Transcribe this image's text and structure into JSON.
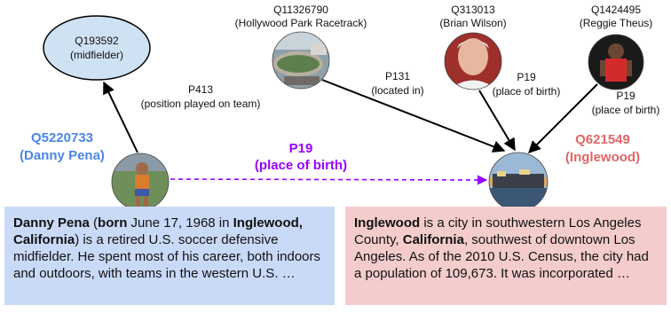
{
  "nodes": {
    "midfielder": {
      "id": "Q193592",
      "label": "(midfielder)"
    },
    "racetrack": {
      "id": "Q11326790",
      "label": "(Hollywood Park Racetrack)"
    },
    "wilson": {
      "id": "Q313013",
      "label": "(Brian Wilson)"
    },
    "theus": {
      "id": "Q1424495",
      "label": "(Reggie Theus)"
    },
    "danny": {
      "id": "Q5220733",
      "label": "(Danny Pena)"
    },
    "inglewood": {
      "id": "Q621549",
      "label": "(Inglewood)"
    }
  },
  "edges": {
    "p413": {
      "pid": "P413",
      "label": "(position played on team)"
    },
    "p131": {
      "pid": "P131",
      "label": "(located in)"
    },
    "p19_wilson": {
      "pid": "P19",
      "label": "(place of birth)"
    },
    "p19_theus": {
      "pid": "P19",
      "label": "(place of birth)"
    },
    "p19_main": {
      "pid": "P19",
      "label": "(place of birth)"
    }
  },
  "colors": {
    "blue": "#4a86e8",
    "red": "#e06666",
    "purple": "#9900ff",
    "left_box": "#c9daf8",
    "right_box": "#f4cccc",
    "ellipse": "#cfe2f3"
  },
  "left_box": {
    "name": "Danny Pena",
    "born_word": "born",
    "t1": " June 17, 1968 in ",
    "place": "Inglewood, California",
    "t2": ") is a retired U.S. soccer defensive midfielder. He spent most of his career, both indoors and outdoors, with teams in the western U.S. …"
  },
  "right_box": {
    "name": "Inglewood",
    "t1": " is a city in southwestern Los Angeles County, ",
    "state": "California",
    "t2": ", southwest of downtown Los Angeles. As of the 2010 U.S. Census, the city had a population of 109,673. It was incorporated …"
  }
}
